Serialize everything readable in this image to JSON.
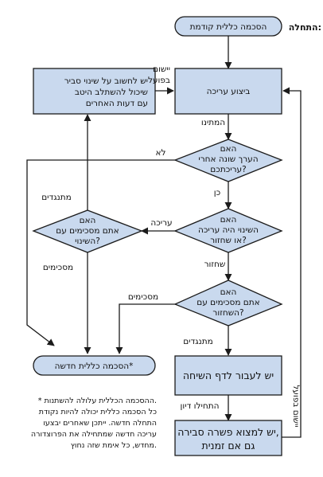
{
  "start_label": "התחלה:",
  "nodes": {
    "previous_consensus": "הסכמה כללית קודמת",
    "perform_edit": "ביצוע עריכה",
    "new_consensus": "הסכמה כללית חדשה*",
    "consider_change": [
      "יש לחשוב על שינוי סביר",
      "שיכול להשתלב היטב",
      "עם דעות האחרים"
    ],
    "changed_question": [
      "האם",
      "הערך שונה אחרי",
      "עריכתכם?"
    ],
    "reverted_question": [
      "האם",
      "השינוי היה עריכה",
      "או שחזור?"
    ],
    "agree_change_question": [
      "האם",
      "אתם מסכימים עם",
      "השינוי?"
    ],
    "agree_revert_question": [
      "האם",
      "אתם מסכימים עם",
      "השחזור?"
    ],
    "talk_page": "יש לעבור לדף השיחה",
    "compromise": [
      "יש למצוא פשרה סבירה,",
      "גם אם זמנית"
    ]
  },
  "edges": {
    "implement_top": [
      "יישום",
      "בפועל"
    ],
    "wait": "המתינו",
    "no": "לא",
    "yes": "כן",
    "edit": "עריכה",
    "revert": "שחזור",
    "disagree_left": "מתנגדים",
    "agree_left": "מסכימים",
    "agree_right": "מסכימים",
    "disagree_right": "מתנגדים",
    "start_discussion": "התחילו דיון",
    "implement_side": "יישום בפועל"
  },
  "footnote": [
    "* ההסכמה הכללית עלולה להשתנות.",
    "כל הסכמה כללית יכולה להיות נקודת",
    "התחלה חדשה. ייתכן שאחרים יבצעו",
    "עריכה חדשה שמתחילה את הפרוצדורה",
    "מחדש, כל אימת שזה נחוץ."
  ]
}
